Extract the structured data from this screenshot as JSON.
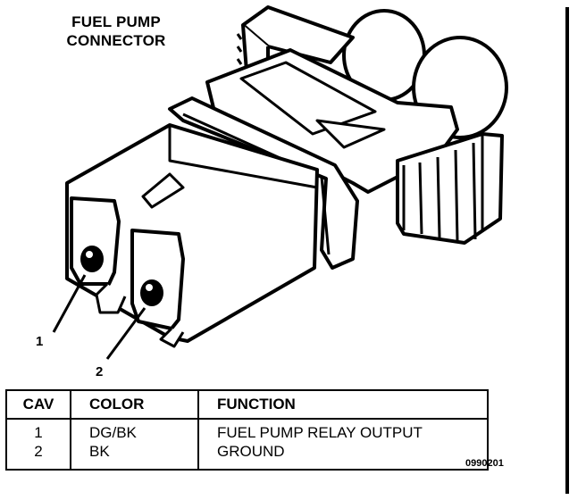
{
  "title_line1": "FUEL PUMP",
  "title_line2": "CONNECTOR",
  "callouts": [
    "1",
    "2"
  ],
  "table": {
    "headers": [
      "CAV",
      "COLOR",
      "FUNCTION"
    ],
    "rows": [
      {
        "cav": "1",
        "color": "DG/BK",
        "function": "FUEL PUMP RELAY OUTPUT"
      },
      {
        "cav": "2",
        "color": "BK",
        "function": "GROUND"
      }
    ]
  },
  "figure_id": "0990201"
}
